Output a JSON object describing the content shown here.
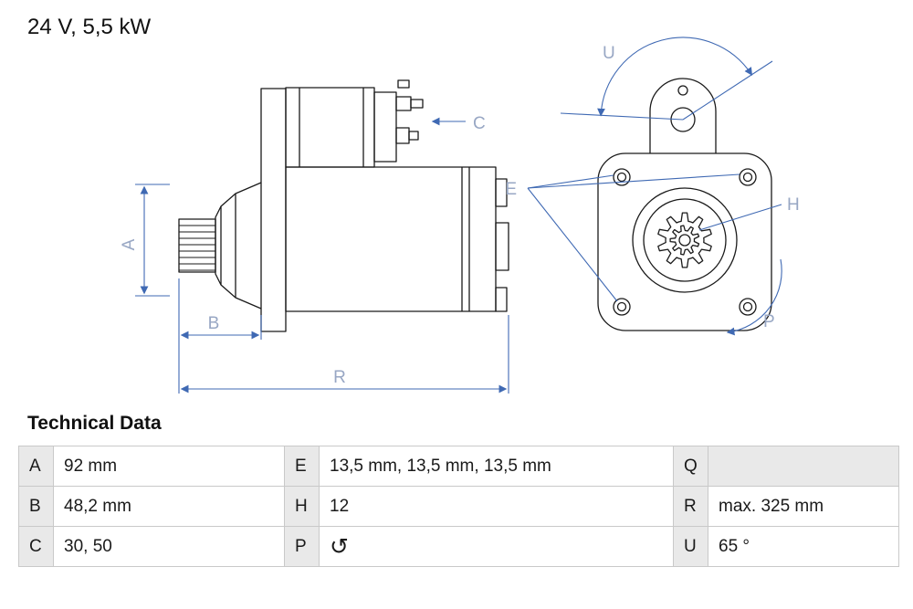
{
  "header": {
    "title": "24 V, 5,5 kW"
  },
  "diagram": {
    "description": "starter-motor technical drawing, side view and mounting-flange front view",
    "labels": {
      "A": "A",
      "B": "B",
      "C": "C",
      "E": "E",
      "H": "H",
      "P": "P",
      "R": "R",
      "U": "U"
    },
    "colors": {
      "outline": "#1a1a1a",
      "dimension_line": "#3f69b3",
      "dimension_label": "#98a7c4"
    }
  },
  "technical_data": {
    "heading": "Technical Data",
    "rows": [
      {
        "cells": [
          {
            "key": "A",
            "value": "92 mm"
          },
          {
            "key": "E",
            "value": "13,5 mm, 13,5 mm, 13,5 mm"
          },
          {
            "key": "Q",
            "value": ""
          }
        ]
      },
      {
        "cells": [
          {
            "key": "B",
            "value": "48,2 mm"
          },
          {
            "key": "H",
            "value": "12"
          },
          {
            "key": "R",
            "value": "max. 325 mm"
          }
        ]
      },
      {
        "cells": [
          {
            "key": "C",
            "value": "30, 50"
          },
          {
            "key": "P",
            "value": "↺",
            "icon": "rotation-direction-icon"
          },
          {
            "key": "U",
            "value": "65 °"
          }
        ]
      }
    ]
  }
}
